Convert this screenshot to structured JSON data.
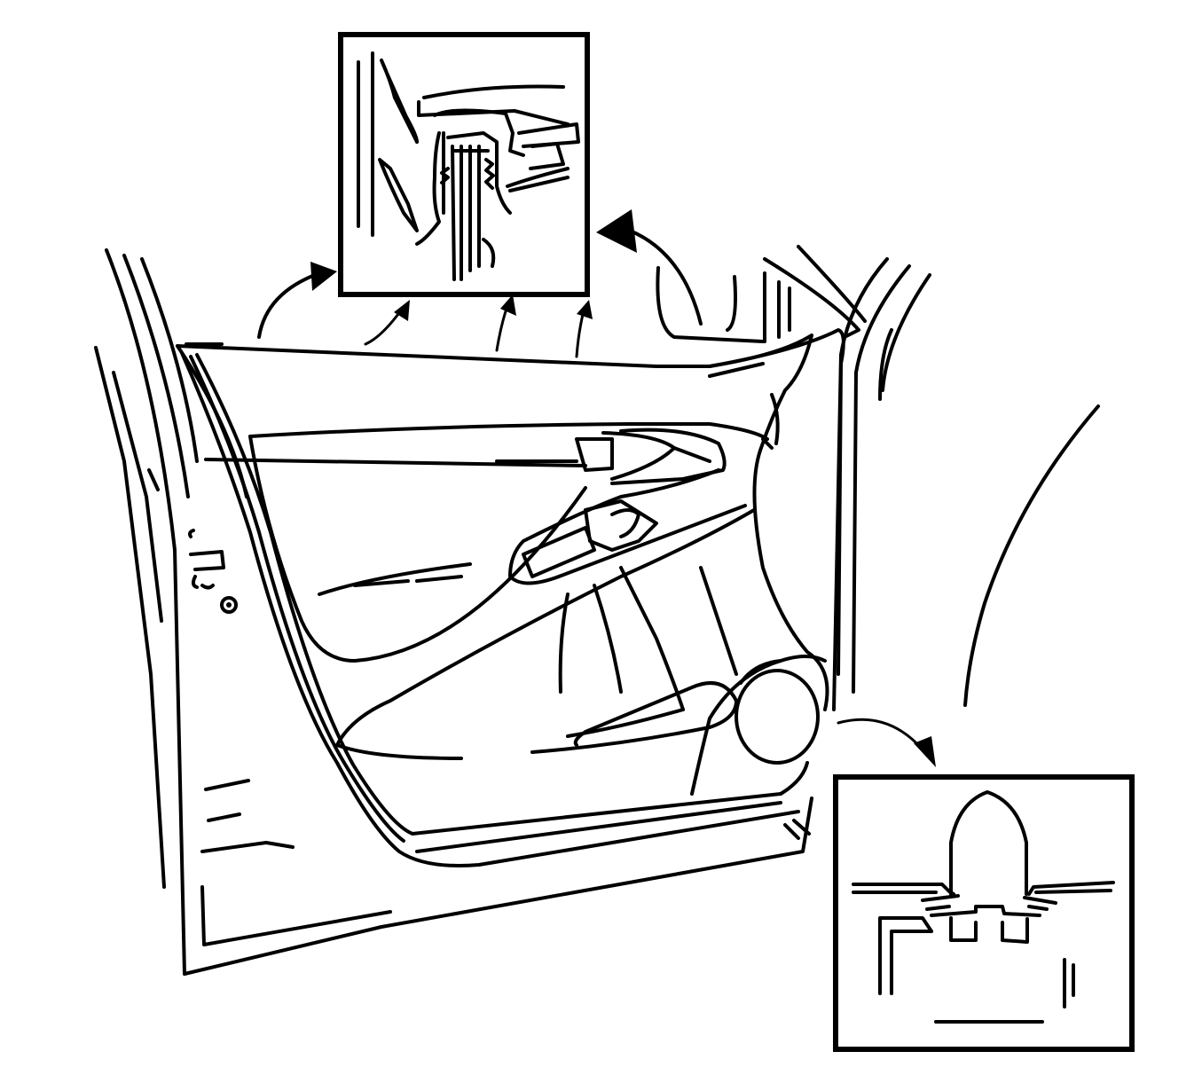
{
  "figure": {
    "type": "line-illustration",
    "subject": "front-door-trim-panel",
    "detail_views": [
      "upper-edge-retainer-detail",
      "push-pin-clip-detail"
    ],
    "colors": {
      "line": "#000000",
      "background": "#ffffff"
    }
  }
}
